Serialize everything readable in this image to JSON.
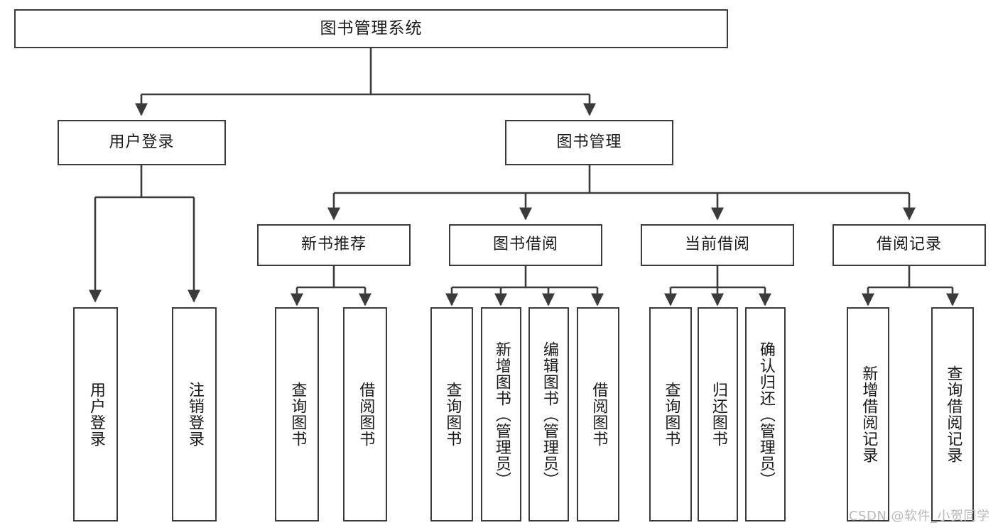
{
  "diagram": {
    "title_box": {
      "label": "图书管理系统"
    },
    "level2": [
      {
        "id": "user-login",
        "label": "用户登录"
      },
      {
        "id": "book-management",
        "label": "图书管理"
      }
    ],
    "level3": [
      {
        "id": "new-book-recommend",
        "label": "新书推荐"
      },
      {
        "id": "book-borrow",
        "label": "图书借阅"
      },
      {
        "id": "current-borrow",
        "label": "当前借阅"
      },
      {
        "id": "borrow-record",
        "label": "借阅记录"
      }
    ],
    "leaves": [
      {
        "id": "leaf-user-login",
        "label": "用户登录"
      },
      {
        "id": "leaf-logout-login",
        "label": "注销登录"
      },
      {
        "id": "leaf-query-book-1",
        "label": "查询图书"
      },
      {
        "id": "leaf-borrow-book-1",
        "label": "借阅图书"
      },
      {
        "id": "leaf-query-book-2",
        "label": "查询图书"
      },
      {
        "id": "leaf-add-book-admin",
        "label": "新增图书（管理员）"
      },
      {
        "id": "leaf-edit-book-admin",
        "label": "编辑图书（管理员）"
      },
      {
        "id": "leaf-borrow-book-2",
        "label": "借阅图书"
      },
      {
        "id": "leaf-query-book-3",
        "label": "查询图书"
      },
      {
        "id": "leaf-return-book",
        "label": "归还图书"
      },
      {
        "id": "leaf-confirm-return-admin",
        "label": "确认归还（管理员）"
      },
      {
        "id": "leaf-add-borrow-record",
        "label": "新增借阅记录"
      },
      {
        "id": "leaf-query-borrow-record",
        "label": "查询借阅记录"
      }
    ],
    "watermark": "CSDN @软件_小贺同学",
    "colors": {
      "stroke": "#3b3b3b",
      "fill": "#ffffff",
      "text": "#1a1a1a",
      "watermark": "#b9b9b9"
    }
  }
}
